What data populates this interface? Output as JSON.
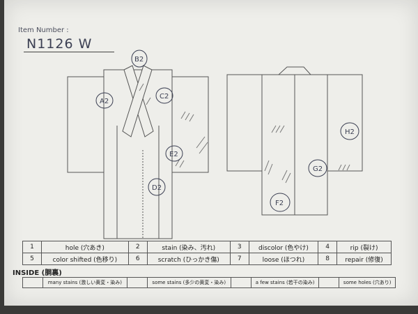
{
  "header": {
    "item_number_label": "Item Number :",
    "item_number": "N1126   W"
  },
  "annotations": {
    "B2": "B2",
    "A2": "A2",
    "C2": "C2",
    "E2": "E2",
    "D2": "D2",
    "H2": "H2",
    "G2": "G2",
    "F2": "F2"
  },
  "defects": [
    {
      "num": "1",
      "label": "hole (穴あき)"
    },
    {
      "num": "2",
      "label": "stain (染み、汚れ)"
    },
    {
      "num": "3",
      "label": "discolor (色やけ)"
    },
    {
      "num": "4",
      "label": "rip (裂け)"
    },
    {
      "num": "5",
      "label": "color shifted (色移り)"
    },
    {
      "num": "6",
      "label": "scratch (ひっかき傷)"
    },
    {
      "num": "7",
      "label": "loose (ほつれ)"
    },
    {
      "num": "8",
      "label": "repair (修復)"
    }
  ],
  "inside": {
    "title": "INSIDE (胴裏)",
    "items": [
      "many stains (激しい黄変・染み)",
      "some stains (多少の黄変・染み)",
      "a few stains (若干の染み)",
      "some holes (穴あり)"
    ]
  }
}
